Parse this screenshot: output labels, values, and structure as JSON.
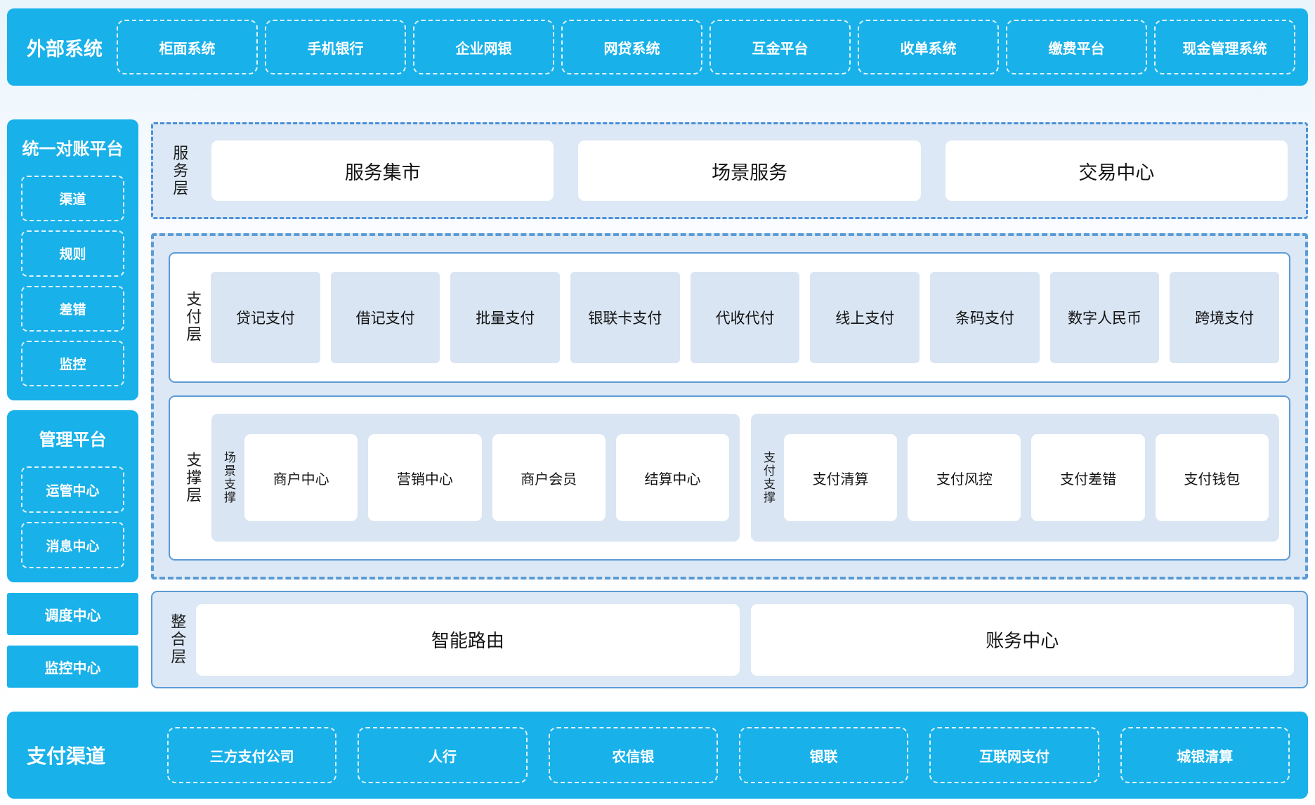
{
  "colors": {
    "brand_blue": "#19b1e9",
    "panel_blue": "#dce8f5",
    "item_blue": "#d9e5f3",
    "border_blue": "#5b9bd5",
    "dashdot_blue": "#4a90d8",
    "text_dark": "#141414",
    "white": "#ffffff"
  },
  "top_bar": {
    "title": "外部系统",
    "items": [
      "柜面系统",
      "手机银行",
      "企业网银",
      "网贷系统",
      "互金平台",
      "收单系统",
      "缴费平台",
      "现金管理系统"
    ]
  },
  "sidebar": {
    "recon_platform": {
      "title": "统一对账平台",
      "items": [
        "渠道",
        "规则",
        "差错",
        "监控"
      ]
    },
    "mgmt_platform": {
      "title": "管理平台",
      "items": [
        "运管中心",
        "消息中心"
      ]
    },
    "solo_boxes": [
      "调度中心",
      "监控中心"
    ]
  },
  "service_layer": {
    "label": "服务层",
    "items": [
      "服务集市",
      "场景服务",
      "交易中心"
    ]
  },
  "payment_layer": {
    "label": "支付层",
    "items": [
      "贷记支付",
      "借记支付",
      "批量支付",
      "银联卡支付",
      "代收代付",
      "线上支付",
      "条码支付",
      "数字人民币",
      "跨境支付"
    ]
  },
  "support_layer": {
    "label": "支撑层",
    "groups": [
      {
        "label": "场景支撑",
        "items": [
          "商户中心",
          "营销中心",
          "商户会员",
          "结算中心"
        ]
      },
      {
        "label": "支付支撑",
        "items": [
          "支付清算",
          "支付风控",
          "支付差错",
          "支付钱包"
        ]
      }
    ]
  },
  "integration_layer": {
    "label": "整合层",
    "items": [
      "智能路由",
      "账务中心"
    ]
  },
  "bottom_bar": {
    "title": "支付渠道",
    "items": [
      "三方支付公司",
      "人行",
      "农信银",
      "银联",
      "互联网支付",
      "城银清算"
    ]
  }
}
